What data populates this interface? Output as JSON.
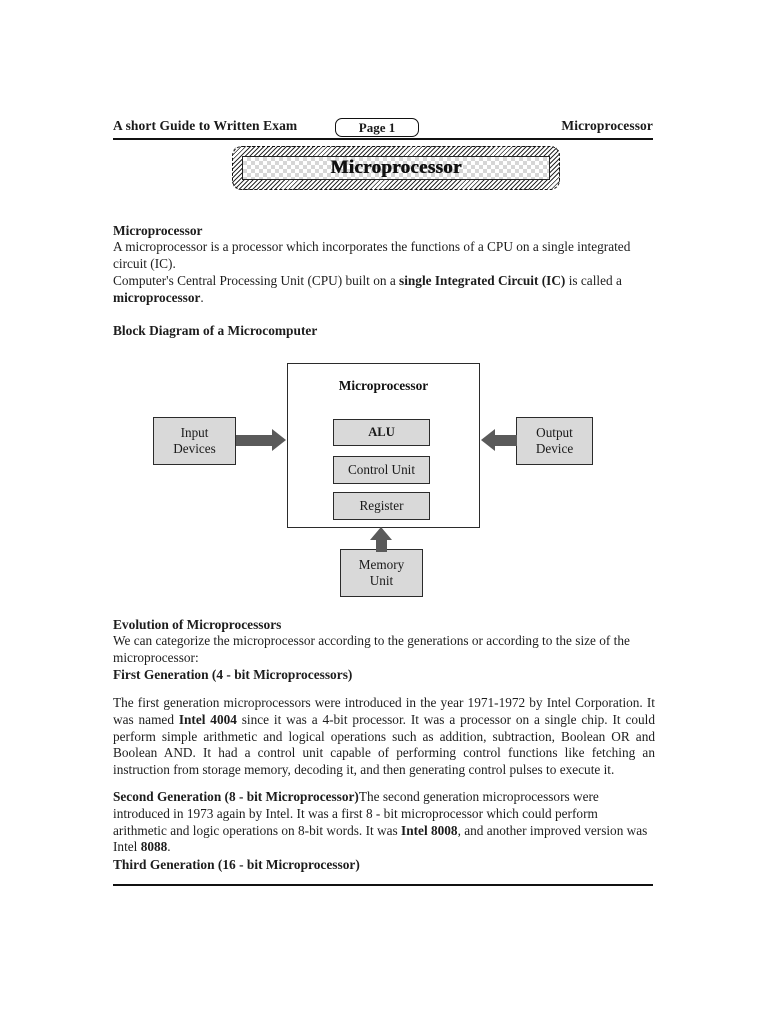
{
  "document": {
    "header": {
      "left_title": "A short Guide to Written Exam",
      "page_badge": "Page 1",
      "right_title": "Microprocessor"
    },
    "banner": {
      "title": "Microprocessor"
    },
    "sections": {
      "microprocessor": {
        "heading": "Microprocessor",
        "para1": "A microprocessor is a processor which incorporates the functions of a CPU on a single integrated circuit (IC).",
        "para2_prefix": "Computer's Central Processing Unit (CPU) built on a ",
        "para2_bold1": "single Integrated Circuit (IC)",
        "para2_mid": " is called a ",
        "para2_bold2": "microprocessor",
        "para2_suffix": "."
      },
      "block_diagram": {
        "heading": "Block Diagram of a Microcomputer"
      },
      "evolution": {
        "heading": "Evolution of Microprocessors",
        "intro": "We can categorize the microprocessor according to the generations or according to the size of the microprocessor:",
        "first_gen_heading": "First Generation (4 - bit Microprocessors)",
        "first_gen_prefix": "The first generation microprocessors were introduced in the year 1971-1972 by Intel Corporation. It was named ",
        "first_gen_bold": "Intel 4004",
        "first_gen_suffix": " since it was a 4-bit processor. It was a processor on a single chip. It could perform simple arithmetic and logical operations such as addition, subtraction, Boolean OR and Boolean AND. It had a control unit capable of performing control functions like fetching an instruction from storage memory, decoding it, and then generating control pulses to execute it.",
        "second_gen_heading": "Second Generation (8 - bit Microprocessor)",
        "second_gen_text1": "The second generation microprocessors were introduced in 1973 again by Intel. It was a first 8 - bit microprocessor which could perform arithmetic and logic operations on 8-bit words. It was ",
        "second_gen_bold1": "Intel 8008",
        "second_gen_text2": ", and another improved version was Intel ",
        "second_gen_bold2": "8088",
        "second_gen_text3": ".",
        "third_gen_heading": "Third Generation (16 - bit Microprocessor)"
      }
    }
  },
  "diagram": {
    "title": "Microprocessor",
    "boxes": {
      "input_devices_line1": "Input",
      "input_devices_line2": "Devices",
      "output_device_line1": "Output",
      "output_device_line2": "Device",
      "memory_unit_line1": "Memory",
      "memory_unit_line2": "Unit",
      "alu": "ALU",
      "control_unit": "Control Unit",
      "register": "Register"
    },
    "colors": {
      "box_fill": "#d9d9d9",
      "box_border": "#2b2b2b",
      "arrow_fill": "#5a5a5a",
      "cpu_fill": "#ffffff"
    }
  }
}
